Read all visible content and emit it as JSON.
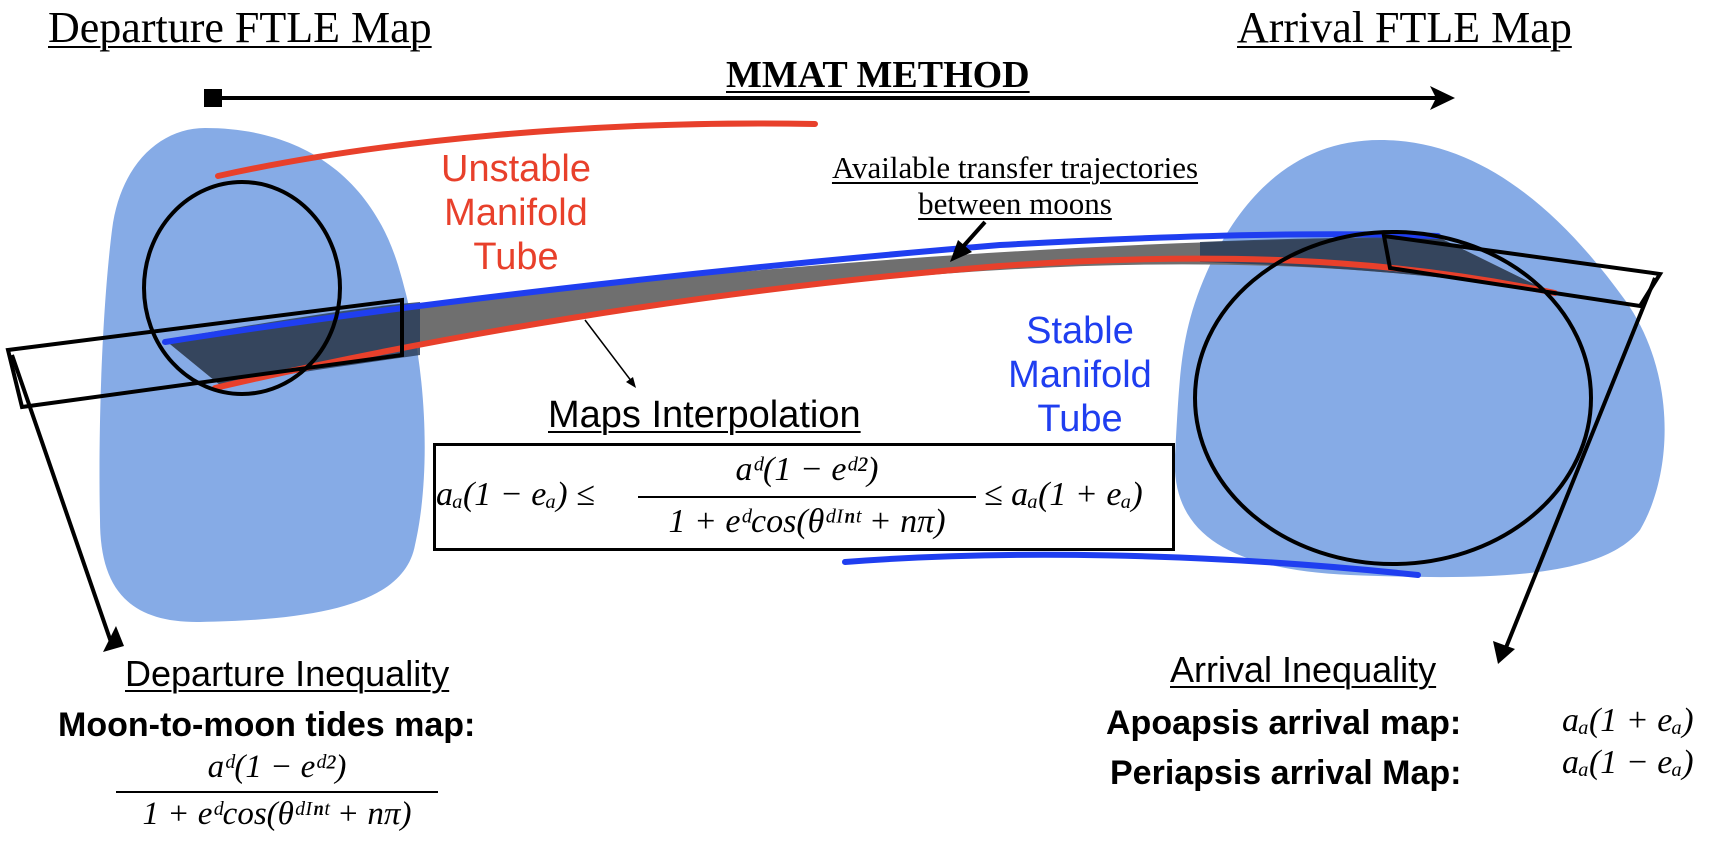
{
  "titles": {
    "departure_map": "Departure FTLE Map",
    "arrival_map": "Arrival FTLE Map",
    "method": "MMAT METHOD"
  },
  "labels": {
    "unstable_manifold": [
      "Unstable",
      "Manifold",
      "Tube"
    ],
    "stable_manifold": [
      "Stable",
      "Manifold",
      "Tube"
    ],
    "transfer_trajectories": [
      "Available transfer trajectories",
      "between moons"
    ],
    "maps_interpolation": "Maps Interpolation"
  },
  "interpolation_inequality": {
    "left": "aₐ(1 − eₐ) ≤",
    "numerator": "aᵈ(1 − eᵈ²)",
    "denominator": "1 + eᵈcos(θᵈᴵⁿᵗ + nπ)",
    "right": "≤ aₐ(1 + eₐ)"
  },
  "departure": {
    "heading": "Departure Inequality",
    "map_label": "Moon-to-moon tides map:",
    "numerator": "aᵈ(1 − eᵈ²)",
    "denominator": "1 + eᵈcos(θᵈᴵⁿᵗ + nπ)"
  },
  "arrival": {
    "heading": "Arrival Inequality",
    "apoapsis_label": "Apoapsis arrival map:",
    "apoapsis_expr": "aₐ(1 + eₐ)",
    "periapsis_label": "Periapsis arrival Map:",
    "periapsis_expr": "aₐ(1 − eₐ)"
  },
  "colors": {
    "ftle_region": "#86abe6",
    "unstable_red": "#e8402b",
    "stable_blue": "#1f3ef0",
    "tube_gray": "#6f6f6f",
    "tube_dark": "#2c3e5a"
  }
}
